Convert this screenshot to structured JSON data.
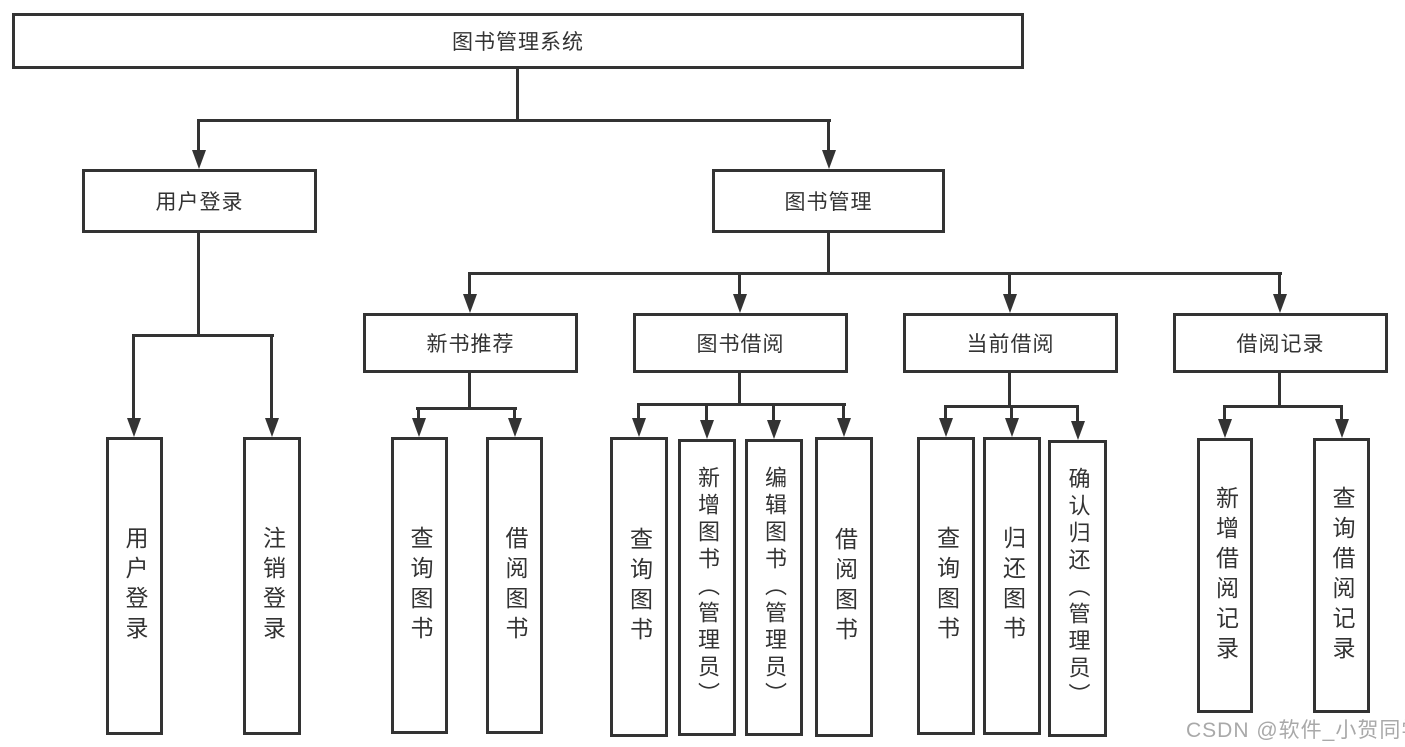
{
  "diagram": {
    "title": "图书管理系统",
    "type": "hierarchy-tree",
    "colors": {
      "line": "#333333",
      "text": "#333333",
      "background": "#ffffff",
      "watermark": "#a9a9a9"
    },
    "watermark": "CSDN @软件_小贺同学"
  },
  "nodes": {
    "root": "图书管理系统",
    "user_login": "用户登录",
    "book_mgmt": "图书管理",
    "new_book_rec": "新书推荐",
    "book_borrow": "图书借阅",
    "current_borrow": "当前借阅",
    "borrow_records": "借阅记录",
    "login": "用户登录",
    "logout": "注销登录",
    "rec_query": "查询图书",
    "rec_borrow": "借阅图书",
    "bb_query": "查询图书",
    "bb_add": "新增图书（管理员）",
    "bb_edit": "编辑图书（管理员）",
    "bb_borrow": "借阅图书",
    "cb_query": "查询图书",
    "cb_return": "归还图书",
    "cb_confirm": "确认归还（管理员）",
    "br_add": "新增借阅记录",
    "br_query": "查询借阅记录"
  },
  "edges": [
    {
      "from": "root",
      "to": [
        "user_login",
        "book_mgmt"
      ]
    },
    {
      "from": "user_login",
      "to": [
        "login",
        "logout"
      ]
    },
    {
      "from": "book_mgmt",
      "to": [
        "new_book_rec",
        "book_borrow",
        "current_borrow",
        "borrow_records"
      ]
    },
    {
      "from": "new_book_rec",
      "to": [
        "rec_query",
        "rec_borrow"
      ]
    },
    {
      "from": "book_borrow",
      "to": [
        "bb_query",
        "bb_add",
        "bb_edit",
        "bb_borrow"
      ]
    },
    {
      "from": "current_borrow",
      "to": [
        "cb_query",
        "cb_return",
        "cb_confirm"
      ]
    },
    {
      "from": "borrow_records",
      "to": [
        "br_add",
        "br_query"
      ]
    }
  ]
}
